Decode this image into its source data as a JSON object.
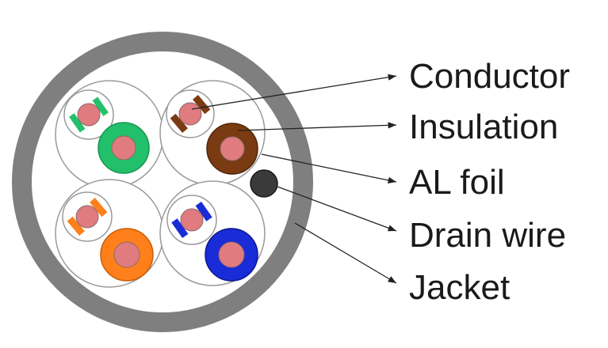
{
  "labels": {
    "conductor": "Conductor",
    "insulation": "Insulation",
    "al_foil": "AL foil",
    "drain_wire": "Drain wire",
    "jacket": "Jacket"
  },
  "colors": {
    "jacket": "#7f7f7f",
    "foil_outline": "#9a9a9a",
    "conductor": "#e07b7f",
    "pair_green": "#22c06a",
    "pair_brown": "#7a3b12",
    "pair_orange": "#ff7f1a",
    "pair_blue": "#1a2bd8",
    "drain_wire": "#3a3a3a"
  },
  "icons": {
    "pairs": [
      "green-pair-icon",
      "brown-pair-icon",
      "orange-pair-icon",
      "blue-pair-icon"
    ]
  }
}
